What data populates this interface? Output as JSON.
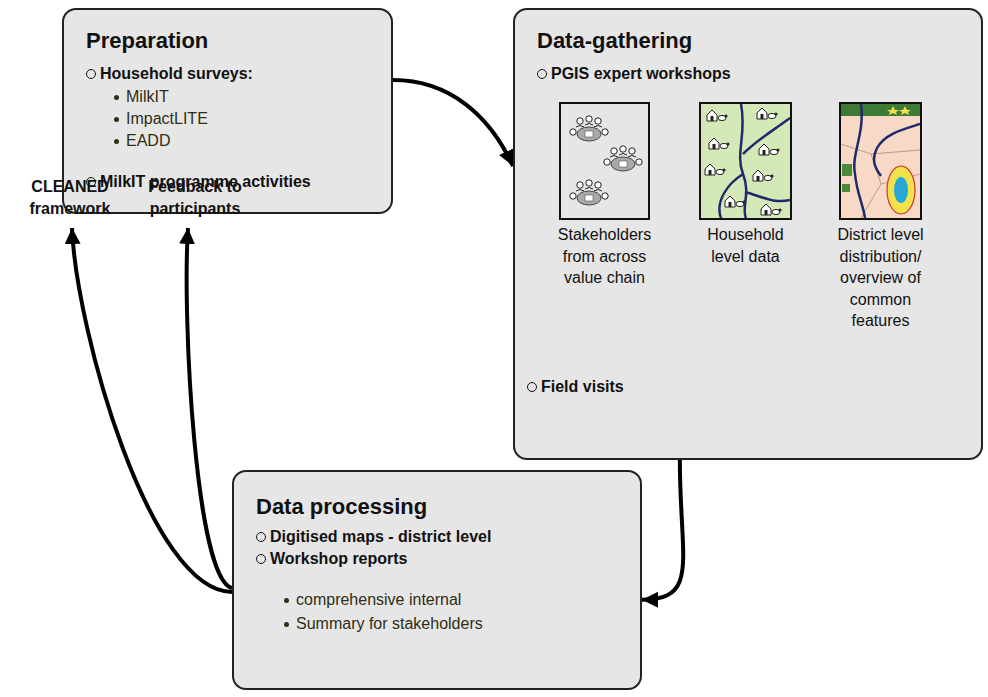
{
  "diagram": {
    "nodes": [
      {
        "text": [
          "Preparation",
          "Household surveys:",
          "MilkIT",
          "ImpactLITE",
          "EADD",
          "MilkIT programme activities"
        ]
      },
      {
        "text": [
          "Data-gathering",
          "PGIS expert workshops",
          "Field visits"
        ]
      },
      {
        "text": [
          "Stakeholders from across value chain"
        ],
        "in": 1
      },
      {
        "text": [
          "Household level data"
        ],
        "in": 1
      },
      {
        "text": [
          "District level distribution/ overview of common features"
        ],
        "in": 1
      },
      {
        "text": [
          "Data processing",
          "Digitised maps - district level",
          "Workshop reports",
          "comprehensive internal",
          "Summary for stakeholders"
        ]
      }
    ],
    "edges": [
      {
        "from": 0,
        "to": 1,
        "arrow": "to"
      },
      {
        "from": 1,
        "to": 5,
        "arrow": "to"
      }
    ],
    "labels": [
      "CLEANED framework",
      "Feedback to participants"
    ]
  }
}
